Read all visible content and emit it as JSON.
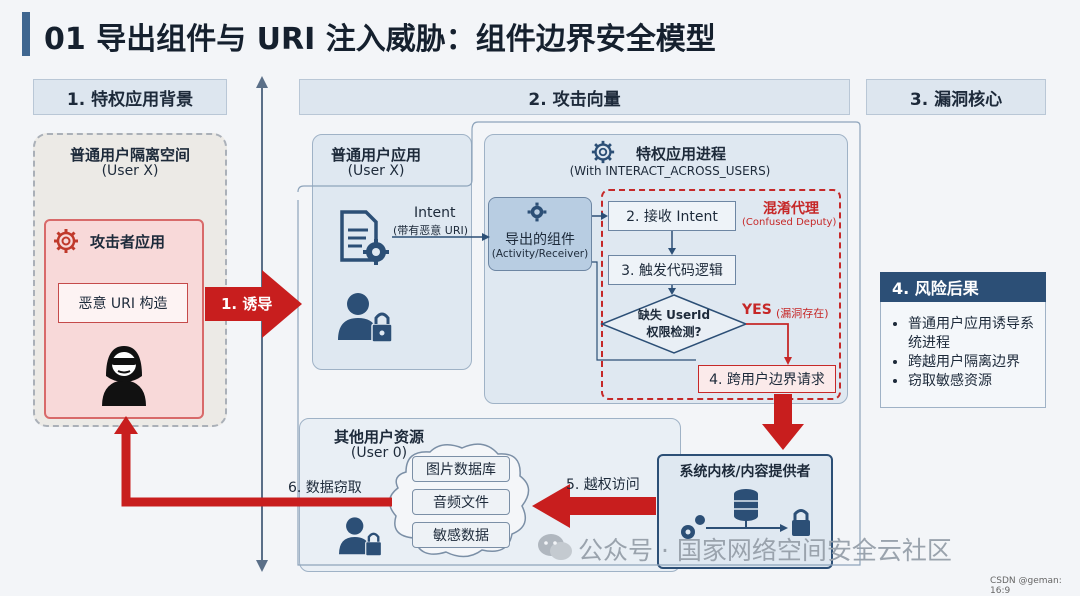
{
  "title": "01 导出组件与 URI 注入威胁：组件边界安全模型",
  "columns": {
    "background": "1. 特权应用背景",
    "vector": "2. 攻击向量",
    "core": "3. 漏洞核心"
  },
  "left_panel": {
    "title": "普通用户隔离空间",
    "subtitle": "(User X)",
    "attacker_label": "攻击者应用",
    "malicious_uri": "恶意 URI 构造"
  },
  "arrows": {
    "lure": "1. 诱导",
    "unauthorized_access": "5. 越权访问",
    "data_theft": "6. 数据窃取"
  },
  "normal_app": {
    "title": "普通用户应用",
    "subtitle": "(User X)",
    "intent_label": "Intent",
    "intent_sub": "(带有恶意 URI)"
  },
  "privileged": {
    "title": "特权应用进程",
    "subtitle": "(With INTERACT_ACROSS_USERS)",
    "exported_component": "导出的组件",
    "exported_component_sub": "(Activity/Receiver)",
    "confused_deputy": "混淆代理",
    "confused_deputy_en": "(Confused Deputy)",
    "step2": "2. 接收 Intent",
    "step3": "3. 触发代码逻辑",
    "decision_line1": "缺失 UserId",
    "decision_line2": "权限检测?",
    "yes_label": "YES",
    "yes_sub": "(漏洞存在)",
    "step4": "4. 跨用户边界请求"
  },
  "other_user": {
    "title": "其他用户资源",
    "subtitle": "(User 0)",
    "items": [
      "图片数据库",
      "音频文件",
      "敏感数据"
    ]
  },
  "kernel": {
    "title": "系统内核/内容提供者"
  },
  "risk": {
    "title": "4. 风险后果",
    "items": [
      "普通用户应用诱导系统进程",
      "跨越用户隔离边界",
      "窃取敏感资源"
    ]
  },
  "watermark": "公众号 · 国家网络空间安全云社区",
  "csdn": "CSDN @geman: 16:9",
  "colors": {
    "accent_blue": "#2c4f76",
    "danger_red": "#c81e1e",
    "panel_blue": "#dfe8f1"
  },
  "icons": [
    "gear-icon",
    "document-gear-icon",
    "user-lock-icon",
    "hacker-icon",
    "database-icon",
    "lock-icon",
    "gears-icon",
    "chat-bubble-icon"
  ]
}
